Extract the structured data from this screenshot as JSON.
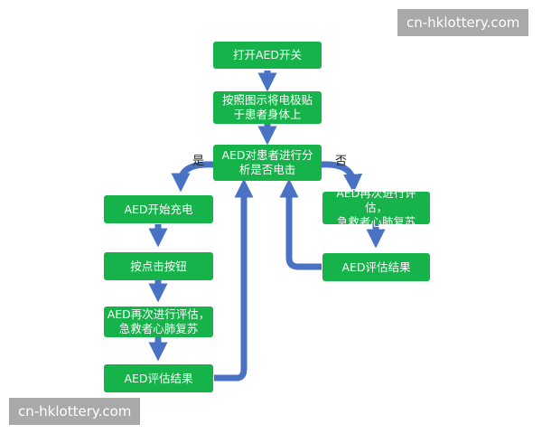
{
  "colors": {
    "node_fill": "#15b34a",
    "arrow": "#4a72c4",
    "watermark_bg": "#a9a9a9"
  },
  "nodes": {
    "power_on": "打开AED开关",
    "attach_pads": [
      "按照图示将电极贴",
      "于患者身体上"
    ],
    "analyze": [
      "AED对患者进行分",
      "析是否电击"
    ],
    "charge": "AED开始充电",
    "press_button": "按点击按钮",
    "left_cpr": [
      "AED再次进行评估，",
      "急救者心肺复苏"
    ],
    "left_result": "AED评估结果",
    "right_cpr": [
      "AED再次进行评估，",
      "急救者心肺复苏"
    ],
    "right_result": "AED评估结果"
  },
  "branch_labels": {
    "yes": "是",
    "no": "否"
  },
  "watermarks": {
    "top": "cn-hklottery.com",
    "bottom": "cn-hklottery.com"
  }
}
